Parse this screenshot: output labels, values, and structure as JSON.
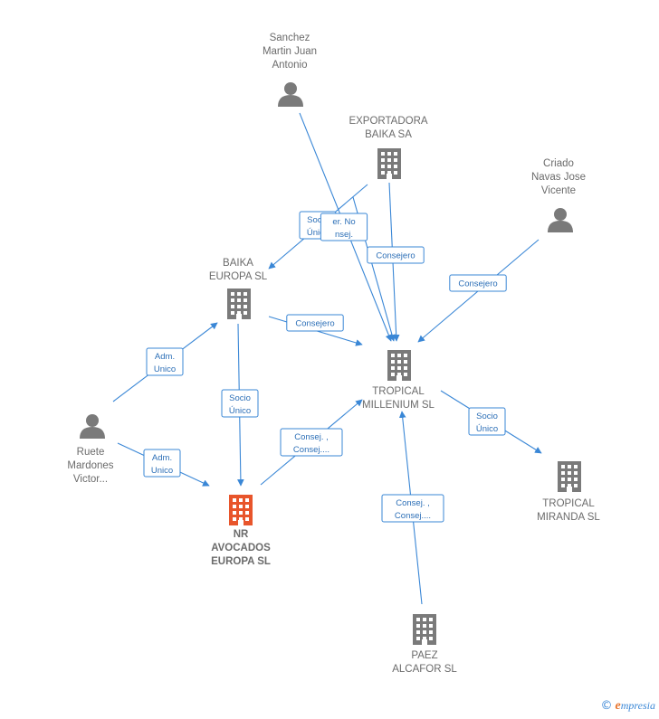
{
  "colors": {
    "edge": "#3a87d6",
    "node": "#7a7a7a",
    "focus": "#e8552b",
    "label": "#6b6b6b"
  },
  "nodes": [
    {
      "id": "sanchez",
      "kind": "person",
      "lines": [
        "Sanchez",
        "Martin Juan",
        "Antonio"
      ],
      "icon": "person-icon"
    },
    {
      "id": "exportadora",
      "kind": "company",
      "lines": [
        "EXPORTADORA",
        "BAIKA SA"
      ],
      "icon": "building-icon"
    },
    {
      "id": "criado",
      "kind": "person",
      "lines": [
        "Criado",
        "Navas Jose",
        "Vicente"
      ],
      "icon": "person-icon"
    },
    {
      "id": "baika",
      "kind": "company",
      "lines": [
        "BAIKA",
        "EUROPA  SL"
      ],
      "icon": "building-icon"
    },
    {
      "id": "tropical_millenium",
      "kind": "company",
      "lines": [
        "TROPICAL",
        "MILLENIUM SL"
      ],
      "icon": "building-icon"
    },
    {
      "id": "ruete",
      "kind": "person",
      "lines": [
        "Ruete",
        "Mardones",
        "Victor..."
      ],
      "icon": "person-icon"
    },
    {
      "id": "nr",
      "kind": "focus",
      "lines": [
        "NR",
        "AVOCADOS",
        "EUROPA  SL"
      ],
      "icon": "building-icon"
    },
    {
      "id": "tropical_miranda",
      "kind": "company",
      "lines": [
        "TROPICAL",
        "MIRANDA  SL"
      ],
      "icon": "building-icon"
    },
    {
      "id": "paez",
      "kind": "company",
      "lines": [
        "PAEZ",
        "ALCAFOR  SL"
      ],
      "icon": "building-icon"
    }
  ],
  "edges": [
    {
      "id": "e1",
      "from": "sanchez",
      "to": "tropical_millenium",
      "badge": []
    },
    {
      "id": "e2",
      "from": "exportadora",
      "to": "baika",
      "badge": [
        "Socio",
        "Único"
      ]
    },
    {
      "id": "e3",
      "from": "exportadora",
      "to": "tropical_millenium",
      "badge": [
        "Consejero"
      ]
    },
    {
      "id": "e4",
      "from": "exportadora",
      "to": "tropical_millenium",
      "badge": [
        "er.  No",
        "nsej."
      ]
    },
    {
      "id": "e5",
      "from": "criado",
      "to": "tropical_millenium",
      "badge": [
        "Consejero"
      ]
    },
    {
      "id": "e6",
      "from": "baika",
      "to": "tropical_millenium",
      "badge": [
        "Consejero"
      ]
    },
    {
      "id": "e7",
      "from": "ruete",
      "to": "baika",
      "badge": [
        "Adm.",
        "Unico"
      ]
    },
    {
      "id": "e8",
      "from": "ruete",
      "to": "nr",
      "badge": [
        "Adm.",
        "Unico"
      ]
    },
    {
      "id": "e9",
      "from": "baika",
      "to": "nr",
      "badge": [
        "Socio",
        "Único"
      ]
    },
    {
      "id": "e10",
      "from": "nr",
      "to": "tropical_millenium",
      "badge": [
        "Consej. ,",
        "Consej...."
      ]
    },
    {
      "id": "e11",
      "from": "tropical_millenium",
      "to": "tropical_miranda",
      "badge": [
        "Socio",
        "Único"
      ]
    },
    {
      "id": "e12",
      "from": "paez",
      "to": "tropical_millenium",
      "badge": [
        "Consej. ,",
        "Consej...."
      ]
    }
  ],
  "watermark": {
    "symbol": "©",
    "brand_initial": "e",
    "brand_rest": "mpresia"
  }
}
